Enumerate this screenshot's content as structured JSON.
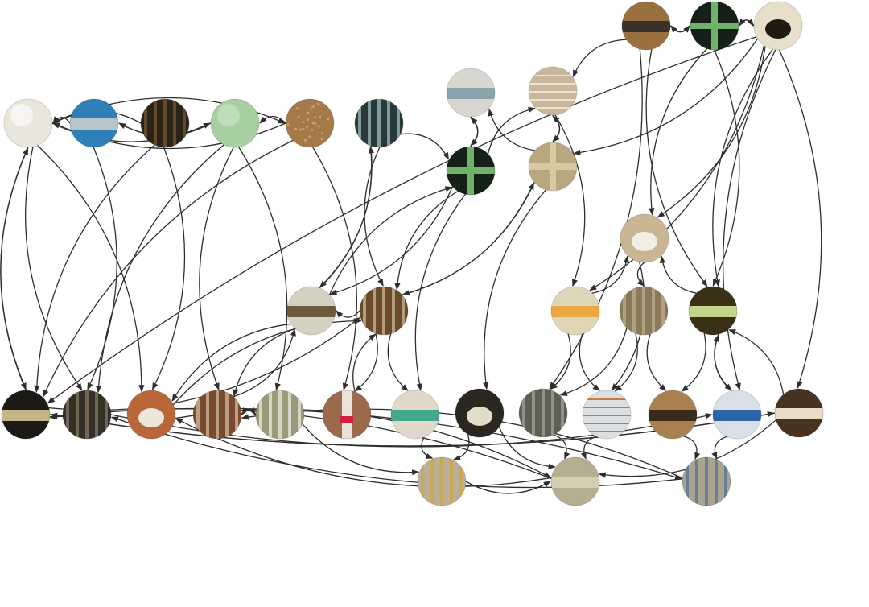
{
  "graph": {
    "node_style": {
      "ivory": {
        "base": "#e9e6dc",
        "accent": "#ffffff",
        "motif": "plain"
      },
      "blue_tray": {
        "base": "#2f7fb8",
        "accent": "#b9c4c8",
        "motif": "band"
      },
      "dark_shelf": {
        "base": "#2a2418",
        "accent": "#7a5a30",
        "motif": "stripes"
      },
      "mint": {
        "base": "#a7cfa0",
        "accent": "#cfe6c8",
        "motif": "plain"
      },
      "cork": {
        "base": "#a47a48",
        "accent": "#c8a070",
        "motif": "speckle"
      },
      "cabinet": {
        "base": "#27393a",
        "accent": "#a9c4c0",
        "motif": "stripes"
      },
      "windows": {
        "base": "#d7d7d0",
        "accent": "#8ba3ad",
        "motif": "band"
      },
      "beige_lines": {
        "base": "#c8b79b",
        "accent": "#ece2cf",
        "motif": "lines"
      },
      "green_cross": {
        "base": "#142018",
        "accent": "#6fb36b",
        "motif": "cross"
      },
      "tan_panel": {
        "base": "#b9a780",
        "accent": "#d9c9a3",
        "motif": "cross"
      },
      "lab_wood": {
        "base": "#9a7040",
        "accent": "#3a3128",
        "motif": "band"
      },
      "white_cup": {
        "base": "#e7dfc9",
        "accent": "#201a12",
        "motif": "cup"
      },
      "chair": {
        "base": "#c9b694",
        "accent": "#f2eee3",
        "motif": "cup"
      },
      "white_board": {
        "base": "#d5d1c0",
        "accent": "#6a5a40",
        "motif": "band"
      },
      "wooden_hook": {
        "base": "#6a4a28",
        "accent": "#cfc0a0",
        "motif": "stripes"
      },
      "printer": {
        "base": "#ded6b6",
        "accent": "#e9a842",
        "motif": "band"
      },
      "shelves": {
        "base": "#8a7a58",
        "accent": "#bdb29a",
        "motif": "stripes"
      },
      "lamp": {
        "base": "#3a3018",
        "accent": "#c6d48a",
        "motif": "band"
      },
      "black_bar": {
        "base": "#1c1a14",
        "accent": "#c5b68a",
        "motif": "band"
      },
      "dark_coat": {
        "base": "#33302a",
        "accent": "#8b7d63",
        "motif": "stripes"
      },
      "bottles": {
        "base": "#b8663a",
        "accent": "#ece6da",
        "motif": "cup"
      },
      "brown_red": {
        "base": "#7a4a30",
        "accent": "#d5c4a2",
        "motif": "stripes"
      },
      "glassware": {
        "base": "#9a9a78",
        "accent": "#eeeeea",
        "motif": "stripes"
      },
      "red_pole": {
        "base": "#9a6a4a",
        "accent": "#d3203a",
        "motif": "pole"
      },
      "green_cloth": {
        "base": "#e0d8c8",
        "accent": "#46a78c",
        "motif": "band"
      },
      "gadget": {
        "base": "#2a2620",
        "accent": "#e3dcc8",
        "motif": "cup"
      },
      "metal_racks": {
        "base": "#5d5f52",
        "accent": "#a6a998",
        "motif": "stripes"
      },
      "papers": {
        "base": "#dcdfe2",
        "accent": "#cc7a3a",
        "motif": "lines"
      },
      "wood_bench": {
        "base": "#a8814f",
        "accent": "#3a2a1c",
        "motif": "band"
      },
      "blue_bottle": {
        "base": "#d9e1e6",
        "accent": "#2c64a8",
        "motif": "band"
      },
      "dark_wood": {
        "base": "#4a3220",
        "accent": "#e6dcc8",
        "motif": "band"
      },
      "lab_bench": {
        "base": "#b9b09a",
        "accent": "#d8a53a",
        "motif": "stripes"
      },
      "instrument": {
        "base": "#b7ad90",
        "accent": "#d6cdb2",
        "motif": "band"
      },
      "blue_glass": {
        "base": "#a8a48e",
        "accent": "#4a6f9a",
        "motif": "stripes"
      }
    },
    "nodes": [
      {
        "id": "n1",
        "style": "ivory"
      },
      {
        "id": "n2",
        "style": "blue_tray"
      },
      {
        "id": "n3",
        "style": "dark_shelf"
      },
      {
        "id": "n4",
        "style": "mint"
      },
      {
        "id": "n5",
        "style": "cork"
      },
      {
        "id": "n6",
        "style": "cabinet"
      },
      {
        "id": "n7",
        "style": "windows"
      },
      {
        "id": "n8",
        "style": "beige_lines"
      },
      {
        "id": "n9",
        "style": "green_cross"
      },
      {
        "id": "n10",
        "style": "tan_panel"
      },
      {
        "id": "n11",
        "style": "lab_wood"
      },
      {
        "id": "n12",
        "style": "green_cross"
      },
      {
        "id": "n13",
        "style": "white_cup"
      },
      {
        "id": "n14",
        "style": "chair"
      },
      {
        "id": "n15",
        "style": "white_board"
      },
      {
        "id": "n16",
        "style": "wooden_hook"
      },
      {
        "id": "n17",
        "style": "printer"
      },
      {
        "id": "n18",
        "style": "shelves"
      },
      {
        "id": "n19",
        "style": "lamp"
      },
      {
        "id": "n20",
        "style": "black_bar"
      },
      {
        "id": "n21",
        "style": "dark_coat"
      },
      {
        "id": "n22",
        "style": "bottles"
      },
      {
        "id": "n23",
        "style": "brown_red"
      },
      {
        "id": "n24",
        "style": "glassware"
      },
      {
        "id": "n25",
        "style": "red_pole"
      },
      {
        "id": "n26",
        "style": "green_cloth"
      },
      {
        "id": "n27",
        "style": "gadget"
      },
      {
        "id": "n28",
        "style": "metal_racks"
      },
      {
        "id": "n29",
        "style": "papers"
      },
      {
        "id": "n30",
        "style": "wood_bench"
      },
      {
        "id": "n31",
        "style": "blue_bottle"
      },
      {
        "id": "n32",
        "style": "dark_wood"
      },
      {
        "id": "n33",
        "style": "lab_bench"
      },
      {
        "id": "n34",
        "style": "instrument"
      },
      {
        "id": "n35",
        "style": "blue_glass"
      }
    ],
    "edges": [
      [
        "n1",
        "n20"
      ],
      [
        "n20",
        "n1"
      ],
      [
        "n1",
        "n21"
      ],
      [
        "n1",
        "n22"
      ],
      [
        "n1",
        "n4"
      ],
      [
        "n1",
        "n5"
      ],
      [
        "n2",
        "n1"
      ],
      [
        "n2",
        "n21"
      ],
      [
        "n3",
        "n1"
      ],
      [
        "n3",
        "n22"
      ],
      [
        "n3",
        "n20"
      ],
      [
        "n4",
        "n2"
      ],
      [
        "n4",
        "n23"
      ],
      [
        "n4",
        "n24"
      ],
      [
        "n4",
        "n21"
      ],
      [
        "n5",
        "n1"
      ],
      [
        "n5",
        "n4"
      ],
      [
        "n5",
        "n25"
      ],
      [
        "n5",
        "n20"
      ],
      [
        "n6",
        "n15"
      ],
      [
        "n15",
        "n6"
      ],
      [
        "n6",
        "n9"
      ],
      [
        "n6",
        "n16"
      ],
      [
        "n7",
        "n9"
      ],
      [
        "n9",
        "n7"
      ],
      [
        "n8",
        "n10"
      ],
      [
        "n10",
        "n8"
      ],
      [
        "n9",
        "n8"
      ],
      [
        "n9",
        "n16"
      ],
      [
        "n9",
        "n15"
      ],
      [
        "n9",
        "n26"
      ],
      [
        "n10",
        "n7"
      ],
      [
        "n10",
        "n27"
      ],
      [
        "n10",
        "n16"
      ],
      [
        "n11",
        "n8"
      ],
      [
        "n8",
        "n17"
      ],
      [
        "n11",
        "n12"
      ],
      [
        "n12",
        "n11"
      ],
      [
        "n13",
        "n12"
      ],
      [
        "n12",
        "n13"
      ],
      [
        "n11",
        "n19"
      ],
      [
        "n12",
        "n19"
      ],
      [
        "n12",
        "n14"
      ],
      [
        "n13",
        "n14"
      ],
      [
        "n13",
        "n19"
      ],
      [
        "n13",
        "n32"
      ],
      [
        "n13",
        "n31"
      ],
      [
        "n13",
        "n17"
      ],
      [
        "n14",
        "n18"
      ],
      [
        "n19",
        "n14"
      ],
      [
        "n17",
        "n14"
      ],
      [
        "n13",
        "n10"
      ],
      [
        "n15",
        "n22"
      ],
      [
        "n16",
        "n15"
      ],
      [
        "n16",
        "n26"
      ],
      [
        "n16",
        "n25"
      ],
      [
        "n15",
        "n23"
      ],
      [
        "n22",
        "n16"
      ],
      [
        "n23",
        "n15"
      ],
      [
        "n17",
        "n28"
      ],
      [
        "n17",
        "n29"
      ],
      [
        "n18",
        "n28"
      ],
      [
        "n18",
        "n30"
      ],
      [
        "n19",
        "n30"
      ],
      [
        "n19",
        "n31"
      ],
      [
        "n31",
        "n19"
      ],
      [
        "n32",
        "n19"
      ],
      [
        "n18",
        "n29"
      ],
      [
        "n24",
        "n23"
      ],
      [
        "n23",
        "n24"
      ],
      [
        "n26",
        "n33"
      ],
      [
        "n27",
        "n33"
      ],
      [
        "n27",
        "n34"
      ],
      [
        "n28",
        "n34"
      ],
      [
        "n29",
        "n34"
      ],
      [
        "n30",
        "n35"
      ],
      [
        "n31",
        "n35"
      ],
      [
        "n32",
        "n34"
      ],
      [
        "n33",
        "n34"
      ],
      [
        "n34",
        "n22"
      ],
      [
        "n34",
        "n20"
      ],
      [
        "n35",
        "n21"
      ],
      [
        "n35",
        "n23"
      ],
      [
        "n32",
        "n20"
      ],
      [
        "n20",
        "n32"
      ],
      [
        "n20",
        "n35"
      ],
      [
        "n21",
        "n31"
      ],
      [
        "n22",
        "n34"
      ],
      [
        "n24",
        "n33"
      ],
      [
        "n25",
        "n16"
      ],
      [
        "n16",
        "n10"
      ],
      [
        "n15",
        "n9"
      ],
      [
        "n20",
        "n16"
      ],
      [
        "n14",
        "n29"
      ],
      [
        "n13",
        "n20"
      ],
      [
        "n11",
        "n28"
      ]
    ]
  }
}
